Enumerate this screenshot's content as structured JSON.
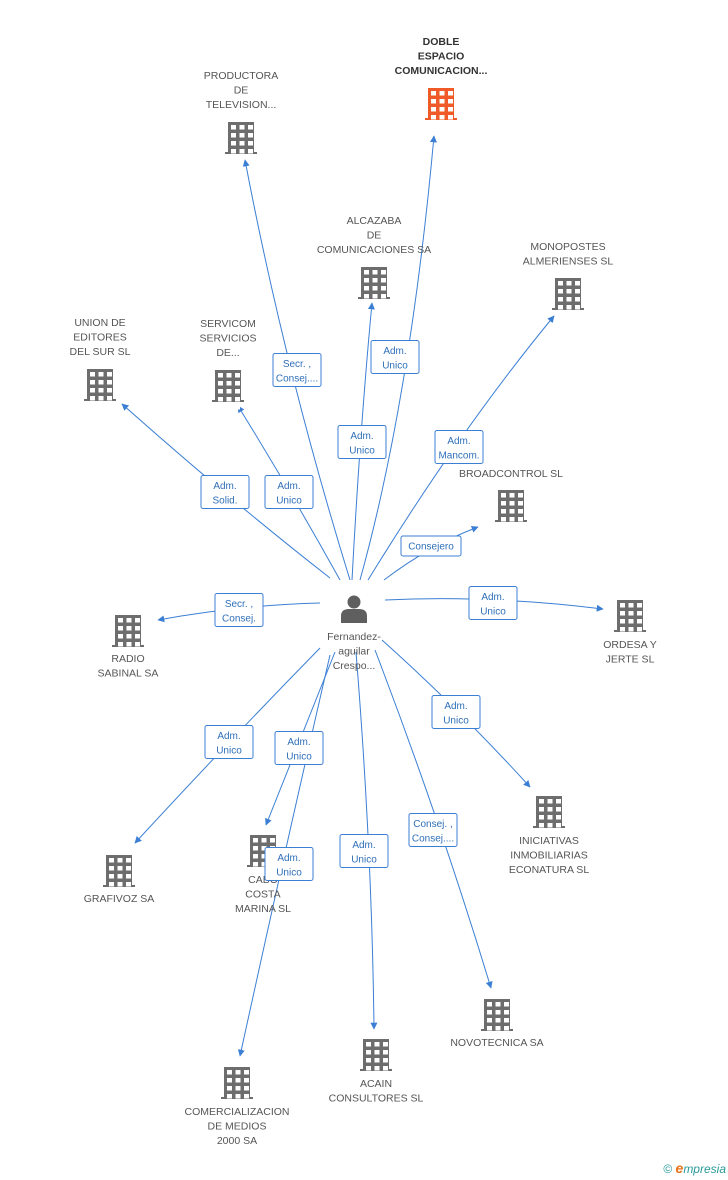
{
  "center": {
    "id": "person",
    "lines": [
      "Fernandez-",
      "aguilar",
      "Crespo..."
    ]
  },
  "colors": {
    "building": "#6d6d6d",
    "highlight": "#f05a28",
    "edge": "#3b7fd4",
    "person": "#5f5f5f"
  },
  "nodes": [
    {
      "id": "doble",
      "lines": [
        "DOBLE",
        "ESPACIO",
        "COMUNICACION..."
      ],
      "highlight": true
    },
    {
      "id": "productora",
      "lines": [
        "PRODUCTORA",
        "DE",
        "TELEVISION..."
      ]
    },
    {
      "id": "alcazaba",
      "lines": [
        "ALCAZABA",
        "DE",
        "COMUNICACIONES SA"
      ]
    },
    {
      "id": "monopostes",
      "lines": [
        "MONOPOSTES",
        "ALMERIENSES SL"
      ]
    },
    {
      "id": "union",
      "lines": [
        "UNION DE",
        "EDITORES",
        "DEL SUR SL"
      ]
    },
    {
      "id": "servicom",
      "lines": [
        "SERVICOM",
        "SERVICIOS",
        "DE..."
      ]
    },
    {
      "id": "broadcontrol",
      "lines": [
        "BROADCONTROL SL"
      ]
    },
    {
      "id": "radio",
      "lines": [
        "RADIO",
        "SABINAL SA"
      ]
    },
    {
      "id": "ordesa",
      "lines": [
        "ORDESA Y",
        "JERTE  SL"
      ]
    },
    {
      "id": "iniciativas",
      "lines": [
        "INICIATIVAS",
        "INMOBILIARIAS",
        "ECONATURA SL"
      ]
    },
    {
      "id": "grafivoz",
      "lines": [
        "GRAFIVOZ SA"
      ]
    },
    {
      "id": "cabo",
      "lines": [
        "CABO",
        "COSTA",
        "MARINA SL"
      ]
    },
    {
      "id": "novotecnica",
      "lines": [
        "NOVOTECNICA SA"
      ]
    },
    {
      "id": "acain",
      "lines": [
        "ACAIN",
        "CONSULTORES SL"
      ]
    },
    {
      "id": "comercializacion",
      "lines": [
        "COMERCIALIZACION",
        "DE MEDIOS",
        "2000 SA"
      ]
    }
  ],
  "edges": [
    {
      "to": "doble",
      "label": [
        "Adm.",
        "Unico"
      ]
    },
    {
      "to": "productora",
      "label": [
        "Secr. ,",
        "Consej...."
      ]
    },
    {
      "to": "alcazaba",
      "label": [
        "Adm.",
        "Unico"
      ]
    },
    {
      "to": "monopostes",
      "label": [
        "Adm.",
        "Mancom."
      ]
    },
    {
      "to": "union",
      "label": [
        "Adm.",
        "Solid."
      ]
    },
    {
      "to": "servicom",
      "label": [
        "Adm.",
        "Unico"
      ]
    },
    {
      "to": "broadcontrol",
      "label": [
        "Consejero"
      ]
    },
    {
      "to": "radio",
      "label": [
        "Secr. ,",
        "Consej."
      ]
    },
    {
      "to": "ordesa",
      "label": [
        "Adm.",
        "Unico"
      ]
    },
    {
      "to": "iniciativas",
      "label": [
        "Adm.",
        "Unico"
      ]
    },
    {
      "to": "grafivoz",
      "label": [
        "Adm.",
        "Unico"
      ]
    },
    {
      "to": "cabo",
      "label": [
        "Adm.",
        "Unico"
      ]
    },
    {
      "to": "novotecnica",
      "label": [
        "Consej. ,",
        "Consej...."
      ]
    },
    {
      "to": "acain",
      "label": [
        "Adm.",
        "Unico"
      ]
    },
    {
      "to": "comercializacion",
      "label": [
        "Adm.",
        "Unico"
      ]
    }
  ],
  "footer": {
    "copyright": "©",
    "brand_e": "e",
    "brand_rest": "mpresia"
  }
}
